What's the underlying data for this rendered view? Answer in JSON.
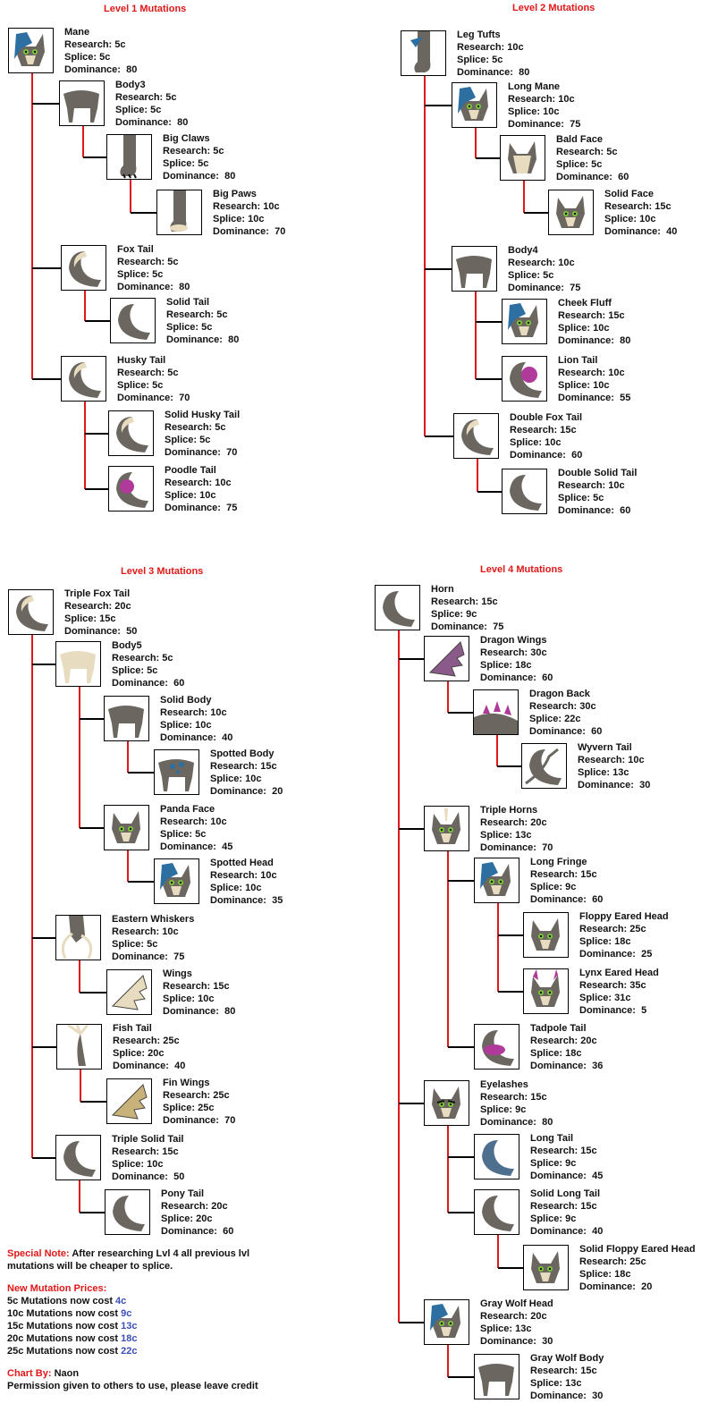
{
  "sections": [
    {
      "title": "Level 1 Mutations"
    },
    {
      "title": "Level 2 Mutations"
    },
    {
      "title": "Level 3 Mutations"
    },
    {
      "title": "Level 4 Mutations"
    }
  ],
  "field_labels": {
    "research": "Research:",
    "splice": "Splice:",
    "dominance": "Dominance:"
  },
  "mutations": [
    {
      "name": "Mane",
      "research": "5c",
      "splice": "5c",
      "dominance": "80"
    },
    {
      "name": "Body3",
      "research": "5c",
      "splice": "5c",
      "dominance": "80"
    },
    {
      "name": "Big Claws",
      "research": "5c",
      "splice": "5c",
      "dominance": "80"
    },
    {
      "name": "Big Paws",
      "research": "10c",
      "splice": "10c",
      "dominance": "70"
    },
    {
      "name": "Fox Tail",
      "research": "5c",
      "splice": "5c",
      "dominance": "80"
    },
    {
      "name": "Solid Tail",
      "research": "5c",
      "splice": "5c",
      "dominance": "80"
    },
    {
      "name": "Husky Tail",
      "research": "5c",
      "splice": "5c",
      "dominance": "70"
    },
    {
      "name": "Solid Husky Tail",
      "research": "5c",
      "splice": "5c",
      "dominance": "70"
    },
    {
      "name": "Poodle Tail",
      "research": "10c",
      "splice": "10c",
      "dominance": "75"
    },
    {
      "name": "Leg Tufts",
      "research": "10c",
      "splice": "5c",
      "dominance": "80"
    },
    {
      "name": "Long Mane",
      "research": "10c",
      "splice": "10c",
      "dominance": "75"
    },
    {
      "name": "Bald Face",
      "research": "5c",
      "splice": "5c",
      "dominance": "60"
    },
    {
      "name": "Solid Face",
      "research": "15c",
      "splice": "10c",
      "dominance": "40"
    },
    {
      "name": "Body4",
      "research": "10c",
      "splice": "5c",
      "dominance": "75"
    },
    {
      "name": "Cheek Fluff",
      "research": "15c",
      "splice": "10c",
      "dominance": "80"
    },
    {
      "name": "Lion Tail",
      "research": "10c",
      "splice": "10c",
      "dominance": "55"
    },
    {
      "name": "Double Fox Tail",
      "research": "15c",
      "splice": "10c",
      "dominance": "60"
    },
    {
      "name": "Double Solid Tail",
      "research": "10c",
      "splice": "5c",
      "dominance": "60"
    },
    {
      "name": "Triple Fox Tail",
      "research": "20c",
      "splice": "15c",
      "dominance": "50"
    },
    {
      "name": "Body5",
      "research": "5c",
      "splice": "5c",
      "dominance": "60"
    },
    {
      "name": "Solid Body",
      "research": "10c",
      "splice": "10c",
      "dominance": "40"
    },
    {
      "name": "Spotted Body",
      "research": "15c",
      "splice": "10c",
      "dominance": "20"
    },
    {
      "name": "Panda Face",
      "research": "10c",
      "splice": "5c",
      "dominance": "45"
    },
    {
      "name": "Spotted Head",
      "research": "10c",
      "splice": "10c",
      "dominance": "35"
    },
    {
      "name": "Eastern Whiskers",
      "research": "10c",
      "splice": "5c",
      "dominance": "75"
    },
    {
      "name": "Wings",
      "research": "15c",
      "splice": "10c",
      "dominance": "80"
    },
    {
      "name": "Fish Tail",
      "research": "25c",
      "splice": "20c",
      "dominance": "40"
    },
    {
      "name": "Fin Wings",
      "research": "25c",
      "splice": "25c",
      "dominance": "70"
    },
    {
      "name": "Triple Solid Tail",
      "research": "15c",
      "splice": "10c",
      "dominance": "50"
    },
    {
      "name": "Pony Tail",
      "research": "20c",
      "splice": "20c",
      "dominance": "60"
    },
    {
      "name": "Horn",
      "research": "15c",
      "splice": "9c",
      "dominance": "75"
    },
    {
      "name": "Dragon Wings",
      "research": "30c",
      "splice": "18c",
      "dominance": "60"
    },
    {
      "name": "Dragon Back",
      "research": "30c",
      "splice": "22c",
      "dominance": "60"
    },
    {
      "name": "Wyvern Tail",
      "research": "10c",
      "splice": "13c",
      "dominance": "30"
    },
    {
      "name": "Triple Horns",
      "research": "20c",
      "splice": "13c",
      "dominance": "70"
    },
    {
      "name": "Long Fringe",
      "research": "15c",
      "splice": "9c",
      "dominance": "60"
    },
    {
      "name": "Floppy Eared Head",
      "research": "25c",
      "splice": "18c",
      "dominance": "25"
    },
    {
      "name": "Lynx Eared Head",
      "research": "35c",
      "splice": "31c",
      "dominance": "5"
    },
    {
      "name": "Tadpole Tail",
      "research": "20c",
      "splice": "18c",
      "dominance": "36"
    },
    {
      "name": "Eyelashes",
      "research": "15c",
      "splice": "9c",
      "dominance": "80"
    },
    {
      "name": "Long Tail",
      "research": "15c",
      "splice": "9c",
      "dominance": "45"
    },
    {
      "name": "Solid Long Tail",
      "research": "15c",
      "splice": "9c",
      "dominance": "40"
    },
    {
      "name": "Solid Floppy Eared Head",
      "research": "25c",
      "splice": "18c",
      "dominance": "20"
    },
    {
      "name": "Gray Wolf Head",
      "research": "20c",
      "splice": "13c",
      "dominance": "30"
    },
    {
      "name": "Gray Wolf Body",
      "research": "15c",
      "splice": "13c",
      "dominance": "30"
    }
  ],
  "notes": {
    "special_label": "Special Note:",
    "special_text": "After researching Lvl 4 all previous lvl mutations will be cheaper to splice.",
    "prices_title": "New Mutation Prices:",
    "price_prefix": "Mutations now cost",
    "prices": [
      {
        "from": "5c",
        "to": "4c"
      },
      {
        "from": "10c",
        "to": "9c"
      },
      {
        "from": "15c",
        "to": "13c"
      },
      {
        "from": "20c",
        "to": "18c"
      },
      {
        "from": "25c",
        "to": "22c"
      }
    ],
    "credit_label": "Chart By:",
    "credit_name": "Naon",
    "permission": "Permission given to others to use, please leave credit"
  }
}
